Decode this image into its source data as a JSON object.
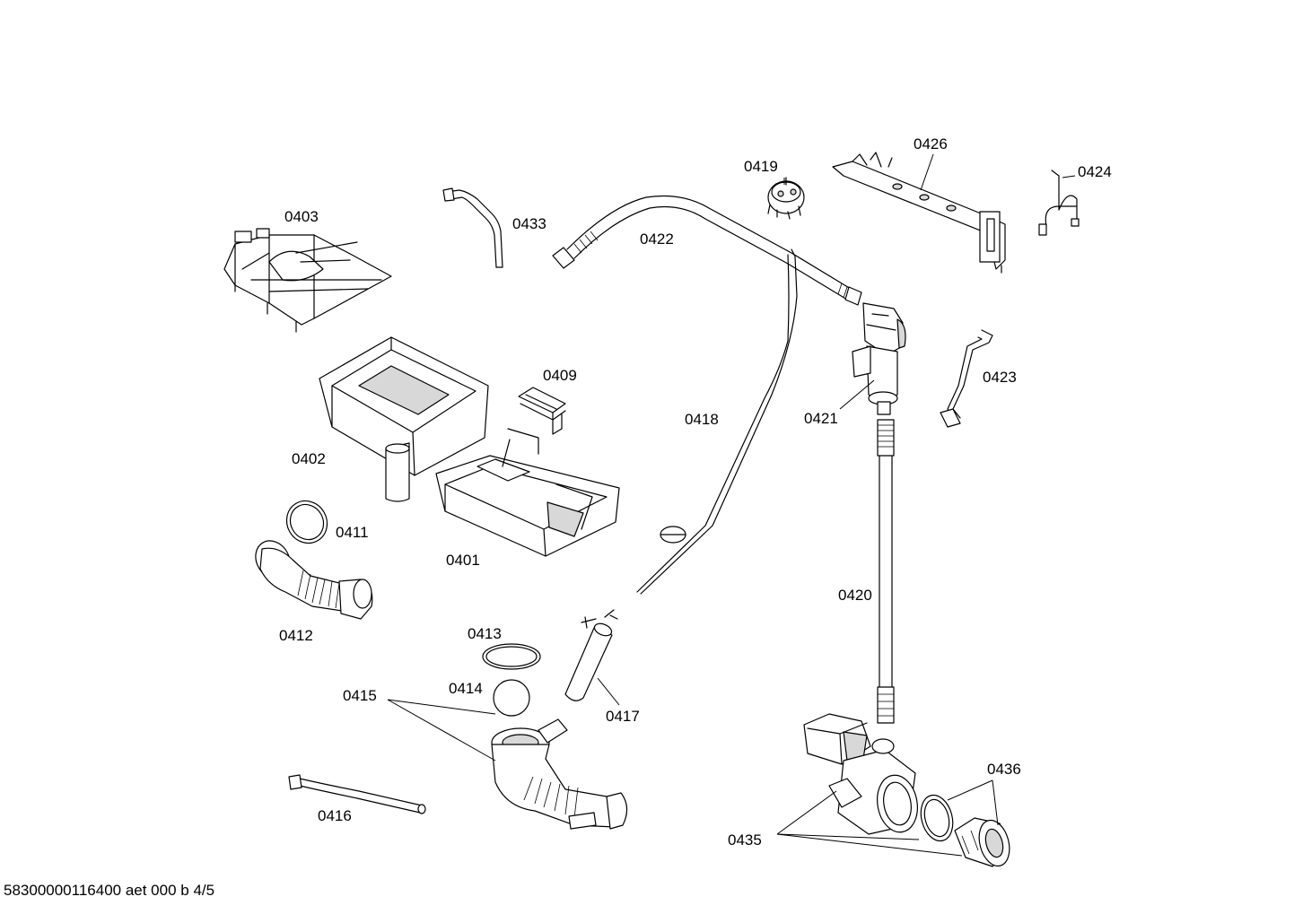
{
  "parts": [
    {
      "id": "0403"
    },
    {
      "id": "0433"
    },
    {
      "id": "0422"
    },
    {
      "id": "0419"
    },
    {
      "id": "0426"
    },
    {
      "id": "0424"
    },
    {
      "id": "0402"
    },
    {
      "id": "0409"
    },
    {
      "id": "0418"
    },
    {
      "id": "0421"
    },
    {
      "id": "0423"
    },
    {
      "id": "0411"
    },
    {
      "id": "0401"
    },
    {
      "id": "0412"
    },
    {
      "id": "0420"
    },
    {
      "id": "0413"
    },
    {
      "id": "0414"
    },
    {
      "id": "0415"
    },
    {
      "id": "0417"
    },
    {
      "id": "0416"
    },
    {
      "id": "0436"
    },
    {
      "id": "0435"
    }
  ],
  "footer": {
    "code": "58300000116400 aet 000 b 4/5"
  }
}
